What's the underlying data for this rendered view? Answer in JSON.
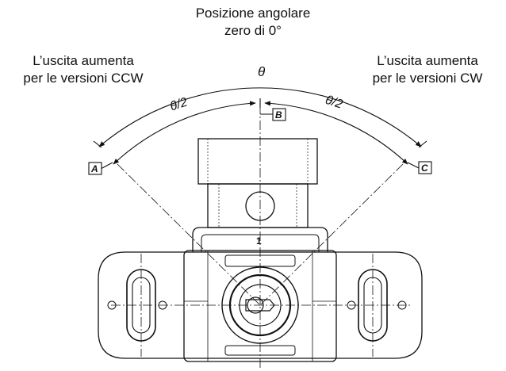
{
  "captions": {
    "top_line1": "Posizione angolare",
    "top_line2": "zero di 0°",
    "left_line1": "L’uscita aumenta",
    "left_line2": "per le versioni CCW",
    "right_line1": "L’uscita aumenta",
    "right_line2": "per le versioni CW"
  },
  "angle_labels": {
    "theta": "θ",
    "half_left": "θ/2",
    "half_right": "θ/2"
  },
  "markers": {
    "a": "A",
    "b": "B",
    "c": "C"
  },
  "pin_label": "1"
}
